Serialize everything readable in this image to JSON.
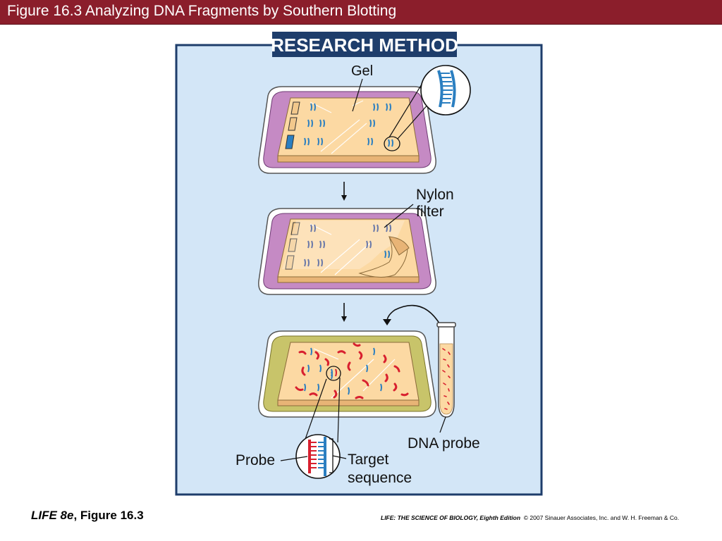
{
  "page_title": "Figure 16.3 Analyzing DNA Fragments by Southern Blotting",
  "figure": {
    "header": "RESEARCH METHOD",
    "labels": {
      "gel": "Gel",
      "nylon_filter_line1": "Nylon",
      "nylon_filter_line2": "filter",
      "dna_probe": "DNA probe",
      "probe": "Probe",
      "target_sequence_line1": "Target",
      "target_sequence_line2": "sequence"
    },
    "colors": {
      "panel_background": "#d3e6f7",
      "panel_border": "#1e3d6b",
      "header_background": "#1e3d6b",
      "gel": "#fcd9a3",
      "tray_purple": "#c58ac4",
      "tray_olive": "#c8c46a",
      "dna_band": "#2b7fc1",
      "probe_red": "#d8202f"
    }
  },
  "footer": {
    "book": "LIFE 8e",
    "figure_ref": ", Figure 16.3",
    "publisher_title": "LIFE: THE SCIENCE OF BIOLOGY, Eighth Edition",
    "copyright": "© 2007 Sinauer Associates, Inc. and W. H. Freeman & Co."
  }
}
